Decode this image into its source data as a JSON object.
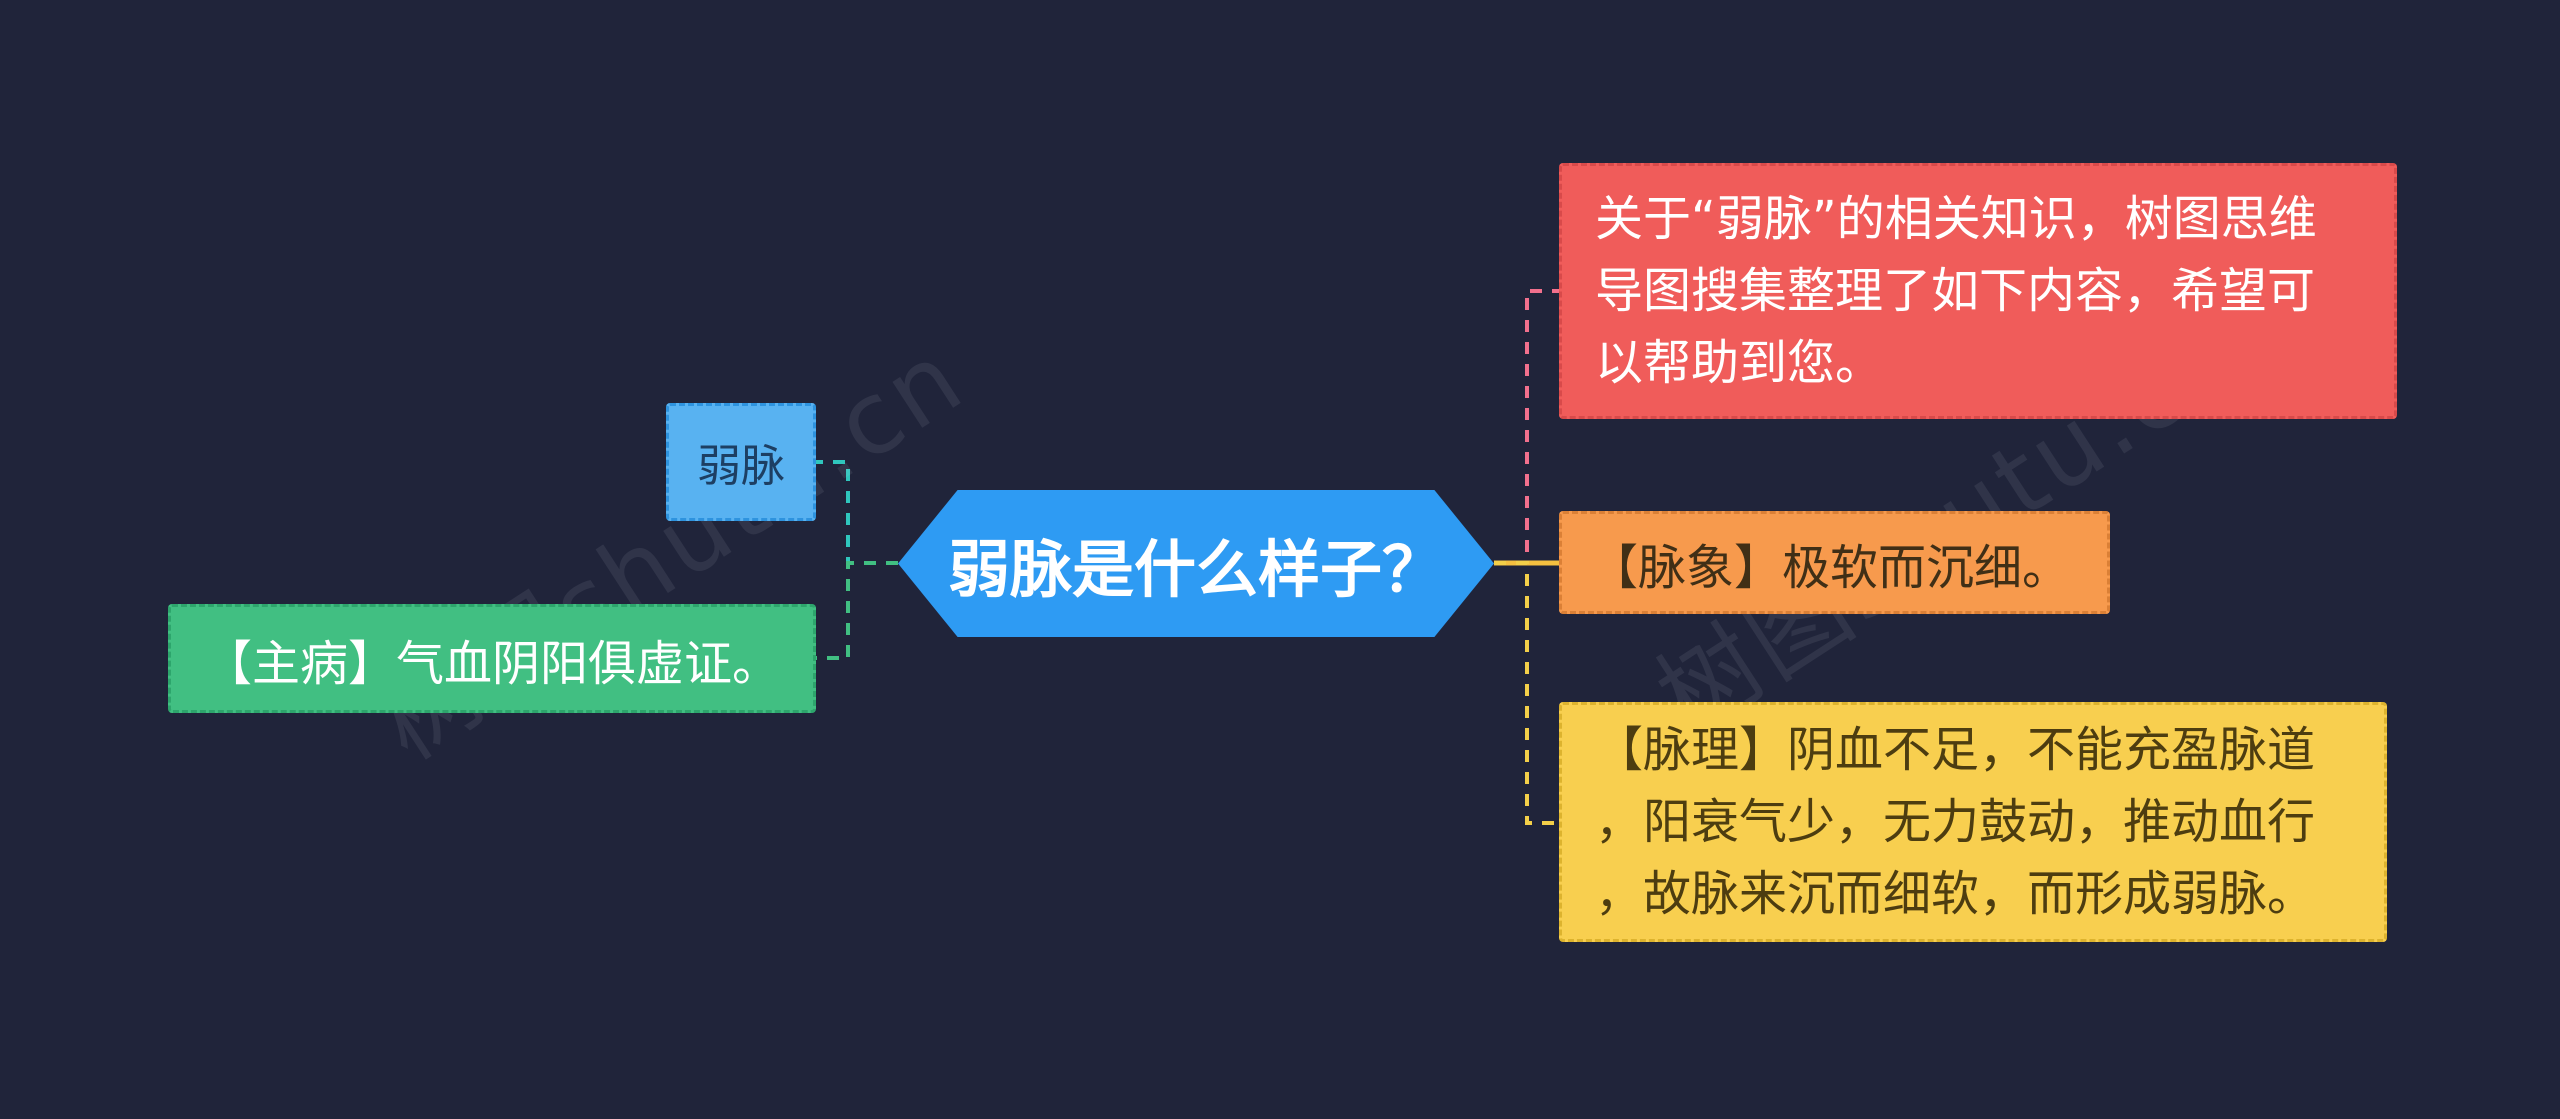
{
  "canvas": {
    "bg": "#20243a"
  },
  "watermarks": {
    "left": "树图shutu.cn",
    "right": "树图shutu.cn"
  },
  "root": {
    "label": "弱脉是什么样子？",
    "fill": "#2e9bf3"
  },
  "nodes": {
    "topic": {
      "label": "弱脉",
      "fill": "#58b2f1"
    },
    "main_disease": {
      "label": "【主病】气血阴阳俱虚证。",
      "fill": "#41bf82"
    },
    "intro": {
      "label": "关于“弱脉”的相关知识，树图思维导图搜集整理了如下内容，希望可以帮助到您。",
      "fill": "#f05c5a"
    },
    "pulse_sign": {
      "label": "【脉象】极软而沉细。",
      "fill": "#f79a4d"
    },
    "pulse_theory": {
      "label": "【脉理】阴血不足，不能充盈脉道，阳衰气少，无力鼓动，推动血行，故脉来沉而细软，而形成弱脉。",
      "fill": "#f8cf4f"
    }
  },
  "connectors": {
    "topic": "#2fc6bd",
    "main_disease": "#41bf82",
    "intro": "#f2708d",
    "pulse_sign": "#f5c040",
    "pulse_theory": "#f3cf49"
  }
}
